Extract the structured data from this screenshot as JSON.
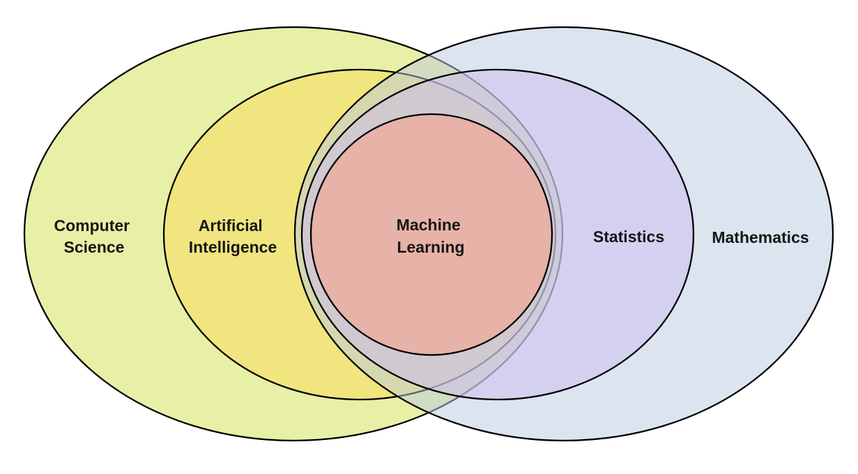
{
  "diagram": {
    "type": "venn",
    "background_color": "#ffffff",
    "stroke_color": "#000000",
    "text_color": "#161616",
    "sets": {
      "computer_science": {
        "label_line1": "Computer",
        "label_line2": "Science",
        "fill": "rgba(213,226,92,0.55)",
        "visible_color": "#e8efa5"
      },
      "artificial_intelligence": {
        "label_line1": "Artificial",
        "label_line2": "Intelligence",
        "fill": "rgba(247,222,102,0.6)",
        "visible_color": "#f1e57f"
      },
      "mathematics": {
        "label": "Mathematics",
        "fill": "rgba(185,201,223,0.5)",
        "visible_color": "#dce4ef"
      },
      "statistics": {
        "label": "Statistics",
        "fill": "rgba(204,188,241,0.5)",
        "visible_color": "#d4d0f0"
      },
      "machine_learning": {
        "label_line1": "Machine",
        "label_line2": "Learning",
        "fill": "#e7b2a7",
        "visible_color": "#e7b2a7"
      }
    }
  }
}
